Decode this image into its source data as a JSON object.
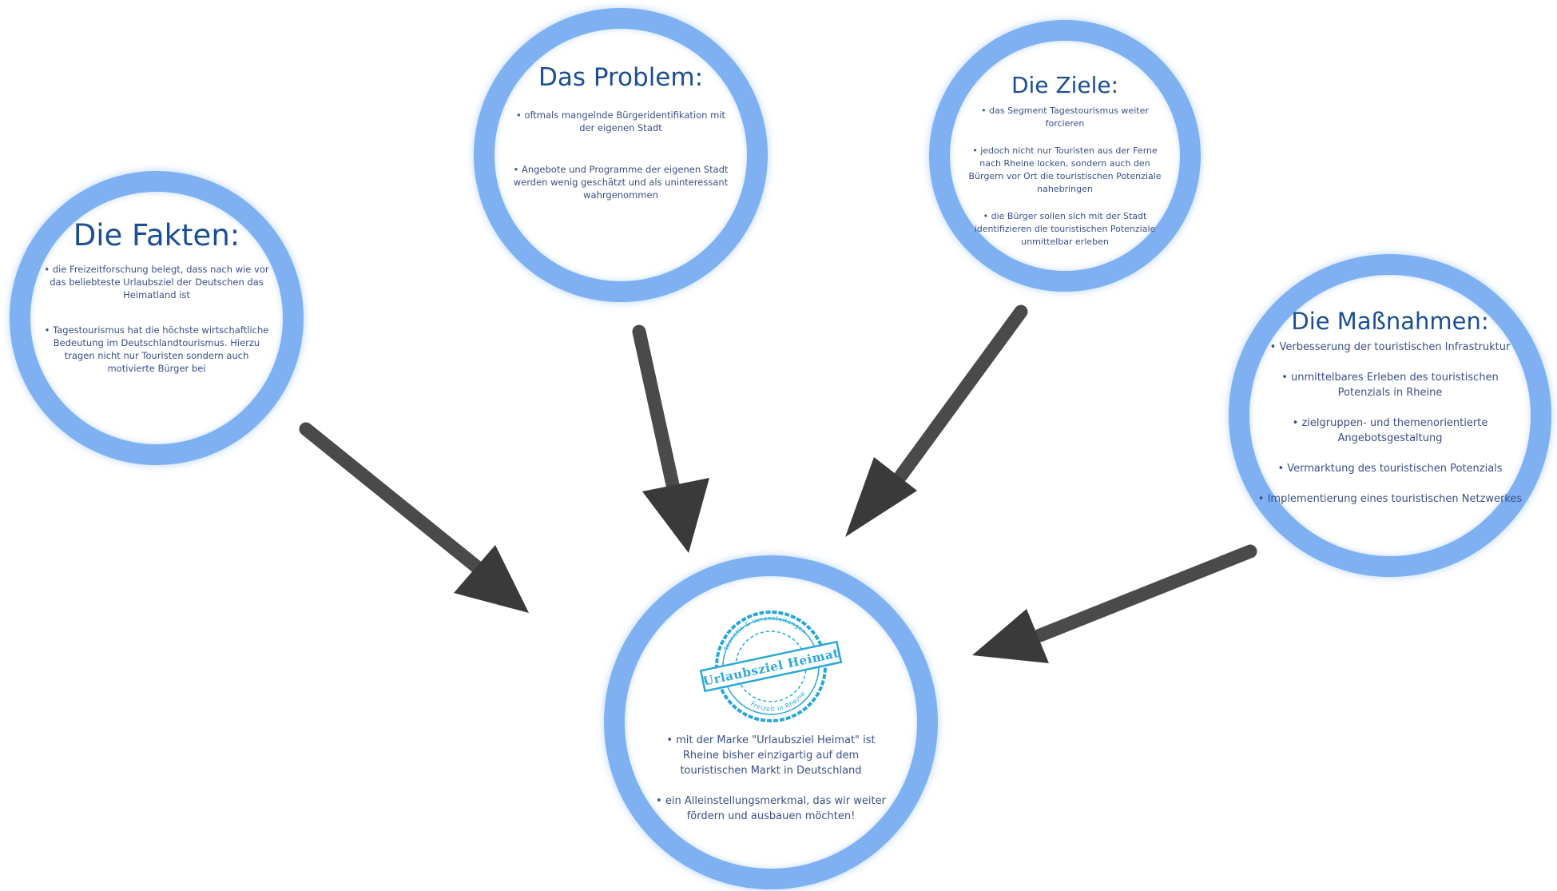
{
  "fakten": {
    "title": "Die Fakten:",
    "bullets": [
      "• die Freizeitforschung belegt, dass nach wie vor das beliebteste Urlaubsziel der Deutschen das Heimatland ist",
      "• Tagestourismus hat die höchste wirtschaftliche Bedeutung im Deutschlandtourismus. Hierzu tragen nicht nur Touristen sondern auch motivierte Bürger bei"
    ]
  },
  "problem": {
    "title": "Das Problem:",
    "bullets": [
      "• oftmals mangelnde Bürgeridentifikation mit der eigenen Stadt",
      "• Angebote und Programme der eigenen Stadt werden wenig geschätzt und als uninteressant wahrgenommen"
    ]
  },
  "ziele": {
    "title": "Die Ziele:",
    "bullets": [
      "• das Segment Tagestourismus weiter forcieren",
      "• jedoch nicht nur Touristen aus der Ferne nach Rheine locken, sondern auch den Bürgern vor Ort die touristischen Potenziale nahebringen",
      "• die Bürger sollen sich mit der Stadt identifizieren die touristischen Potenziale unmittelbar erleben"
    ]
  },
  "massnahmen": {
    "title": "Die Maßnahmen:",
    "bullets": [
      "• Verbesserung der touristischen Infrastruktur",
      "• unmittelbares Erleben des touristischen Potenzials in Rheine",
      "• zielgruppen- und themenorientierte Angebotsgestaltung",
      "• Vermarktung des touristischen Potenzials",
      "• Implementierung eines touristischen Netzwerkes"
    ]
  },
  "center": {
    "stamp": {
      "top_text": "Touristik & Veranstaltungen",
      "main_text": "Urlaubsziel Heimat",
      "bottom_text": "Freizeit in Rheine"
    },
    "bullets": [
      "• mit der Marke \"Urlaubsziel Heimat\" ist Rheine bisher einzigartig auf dem touristischen Markt in Deutschland",
      "• ein Alleinstellungsmerkmal, das wir weiter fördern und ausbauen möchten!"
    ]
  },
  "colors": {
    "circle_ring": "#7eb0f2",
    "title_text": "#1b4e96",
    "body_text": "#3a4f86",
    "arrow": "#3d3d3d",
    "stamp": "#2aa7d8"
  }
}
